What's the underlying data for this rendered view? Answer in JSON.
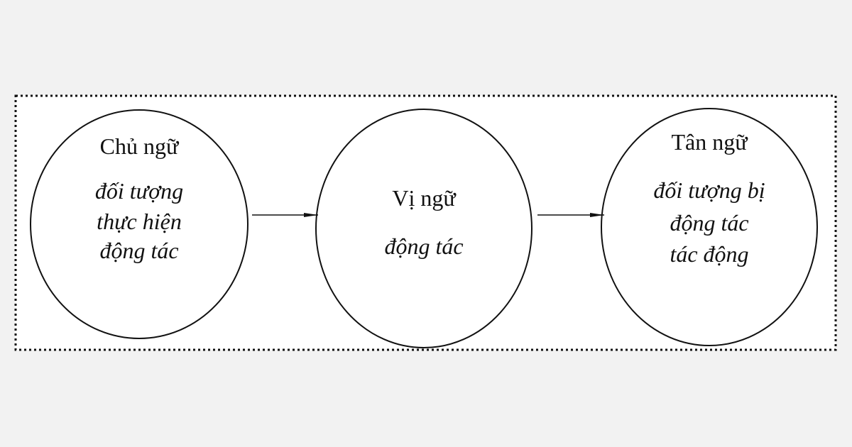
{
  "colors": {
    "background": "#f2f2f2",
    "panel": "#ffffff",
    "stroke": "#111111"
  },
  "nodes": [
    {
      "title": "Chủ ngữ",
      "lines": [
        "đối tượng",
        "thực hiện",
        "động tác"
      ]
    },
    {
      "title": "Vị ngữ",
      "lines": [
        "động tác"
      ]
    },
    {
      "title": "Tân ngữ",
      "lines": [
        "đối tượng bị",
        "động tác",
        "tác động"
      ]
    }
  ],
  "arrows": [
    {
      "from": 0,
      "to": 1
    },
    {
      "from": 1,
      "to": 2
    }
  ]
}
